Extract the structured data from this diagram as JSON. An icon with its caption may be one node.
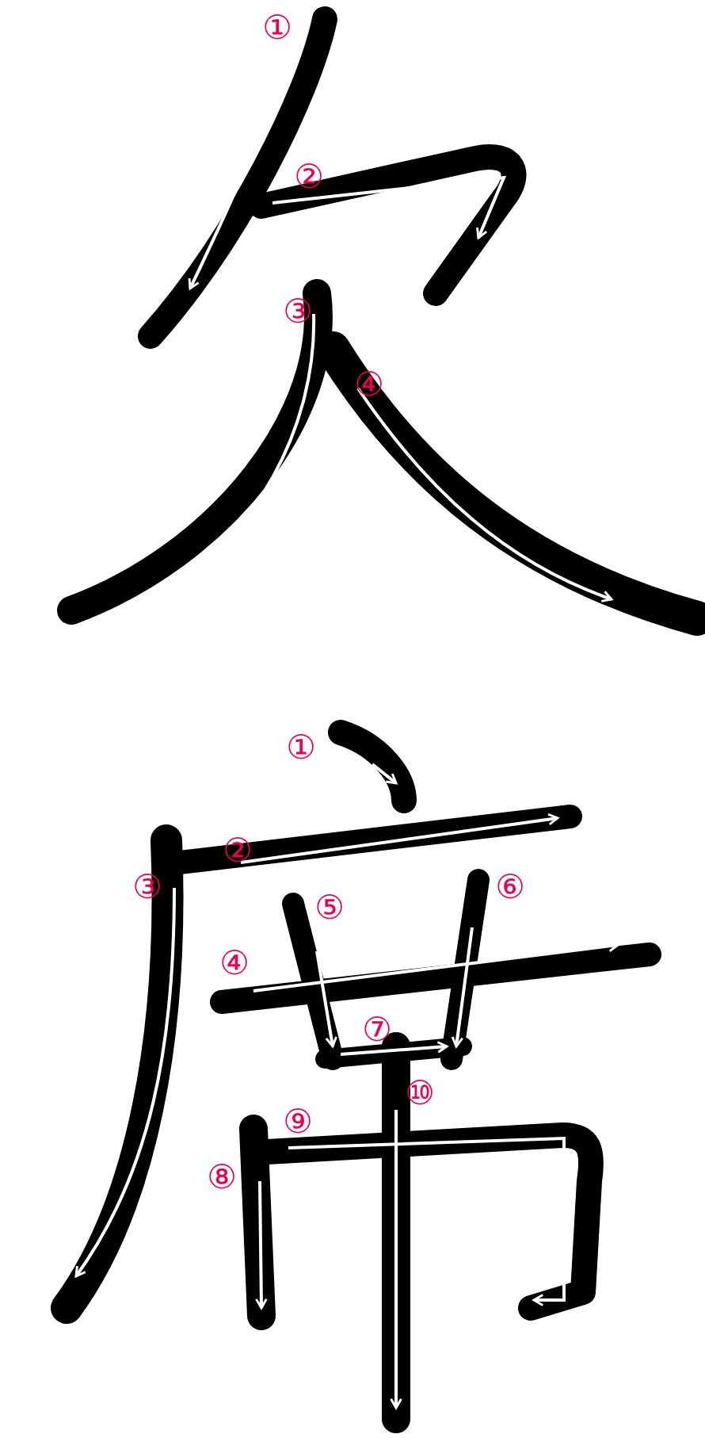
{
  "diagram": {
    "labels": [
      "①",
      "②",
      "③",
      "④",
      "①",
      "②",
      "③",
      "④",
      "⑤",
      "⑥",
      "⑦",
      "⑧",
      "⑨",
      "⑩"
    ]
  }
}
